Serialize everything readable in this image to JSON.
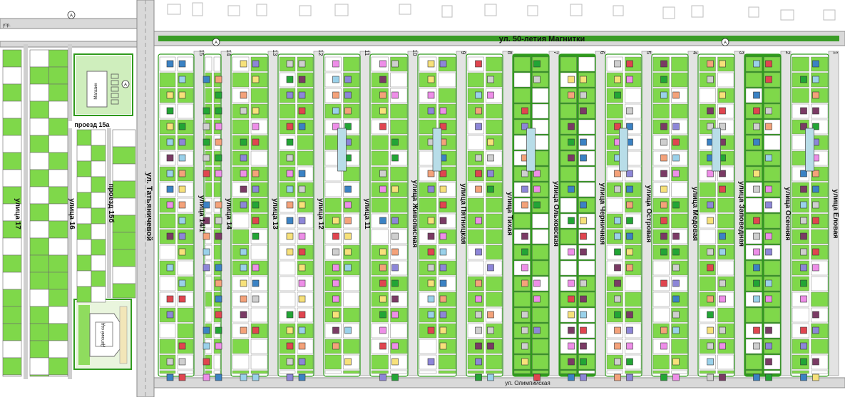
{
  "roads": {
    "top_main": "ул. 50-летия Магнитки",
    "bottom_main": "ул. Олимпийская",
    "left_vertical": "ул. Татьяничевой",
    "top_left_fragment": "утр.",
    "passage_15a": "проезд 15а",
    "passage_15b": "проезд 15б"
  },
  "streets": [
    {
      "name": "улица 17",
      "num": ""
    },
    {
      "name": "улица 16",
      "num": ""
    },
    {
      "name": "улица 14/1",
      "num": "15"
    },
    {
      "name": "улица 14",
      "num": "14"
    },
    {
      "name": "улица 13",
      "num": "13"
    },
    {
      "name": "улица 12",
      "num": "12"
    },
    {
      "name": "улица 11",
      "num": "11"
    },
    {
      "name": "улица Живописная",
      "num": "10"
    },
    {
      "name": "улица Пятницкая",
      "num": "9"
    },
    {
      "name": "улица Тихая",
      "num": "8"
    },
    {
      "name": "улица Ольховская",
      "num": "7"
    },
    {
      "name": "улица Черничная",
      "num": "6"
    },
    {
      "name": "улица Островая",
      "num": "5"
    },
    {
      "name": "улица Медовая",
      "num": "4"
    },
    {
      "name": "улица Заповедная",
      "num": "3"
    },
    {
      "name": "улица Осенняя",
      "num": "2"
    },
    {
      "name": "улица Еловая",
      "num": "1"
    }
  ],
  "pois": {
    "shop": "Магазин",
    "kindergarten": "Детский сад",
    "marker_a": "A"
  },
  "colors": {
    "green": "#7fd84a",
    "dark_green": "#2f9a1c",
    "road": "#d9d9d9",
    "road_edge": "#8a8a8a"
  }
}
